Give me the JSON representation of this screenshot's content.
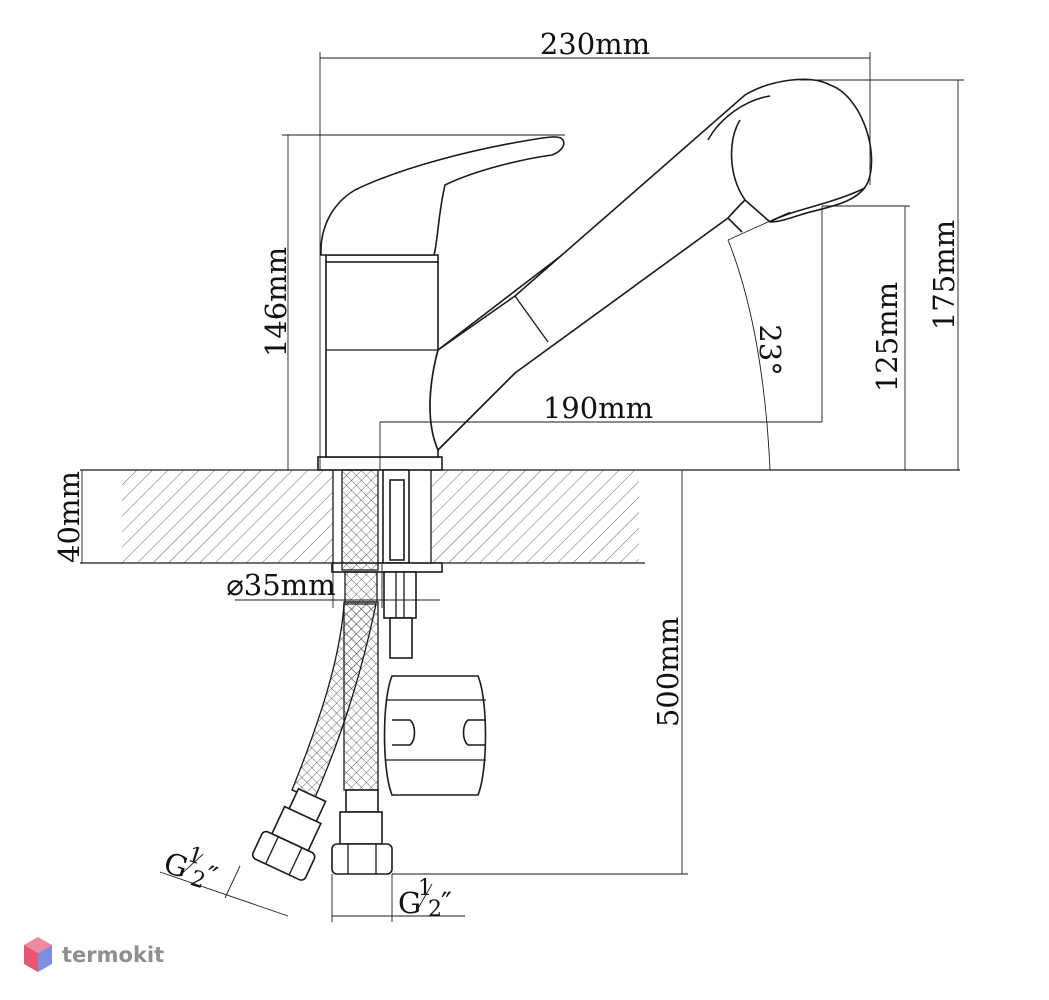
{
  "diagram": {
    "dimensions": {
      "total_length": "230mm",
      "body_height": "146mm",
      "total_height": "175mm",
      "spout_height": "125mm",
      "spout_reach": "190mm",
      "angle": "23°",
      "countertop_thickness": "40mm",
      "hole_diameter": "⌀35mm",
      "hose_length": "500mm"
    },
    "thread_label": {
      "left": {
        "main": "G",
        "num": "1",
        "den": "2",
        "tail": "″"
      },
      "right": {
        "main": "G",
        "num": "1",
        "den": "2",
        "tail": "″"
      }
    }
  },
  "watermark": {
    "text": "termokit",
    "colors": {
      "top": "#f08aa0",
      "left": "#e4576e",
      "right": "#7d8ee0"
    }
  }
}
